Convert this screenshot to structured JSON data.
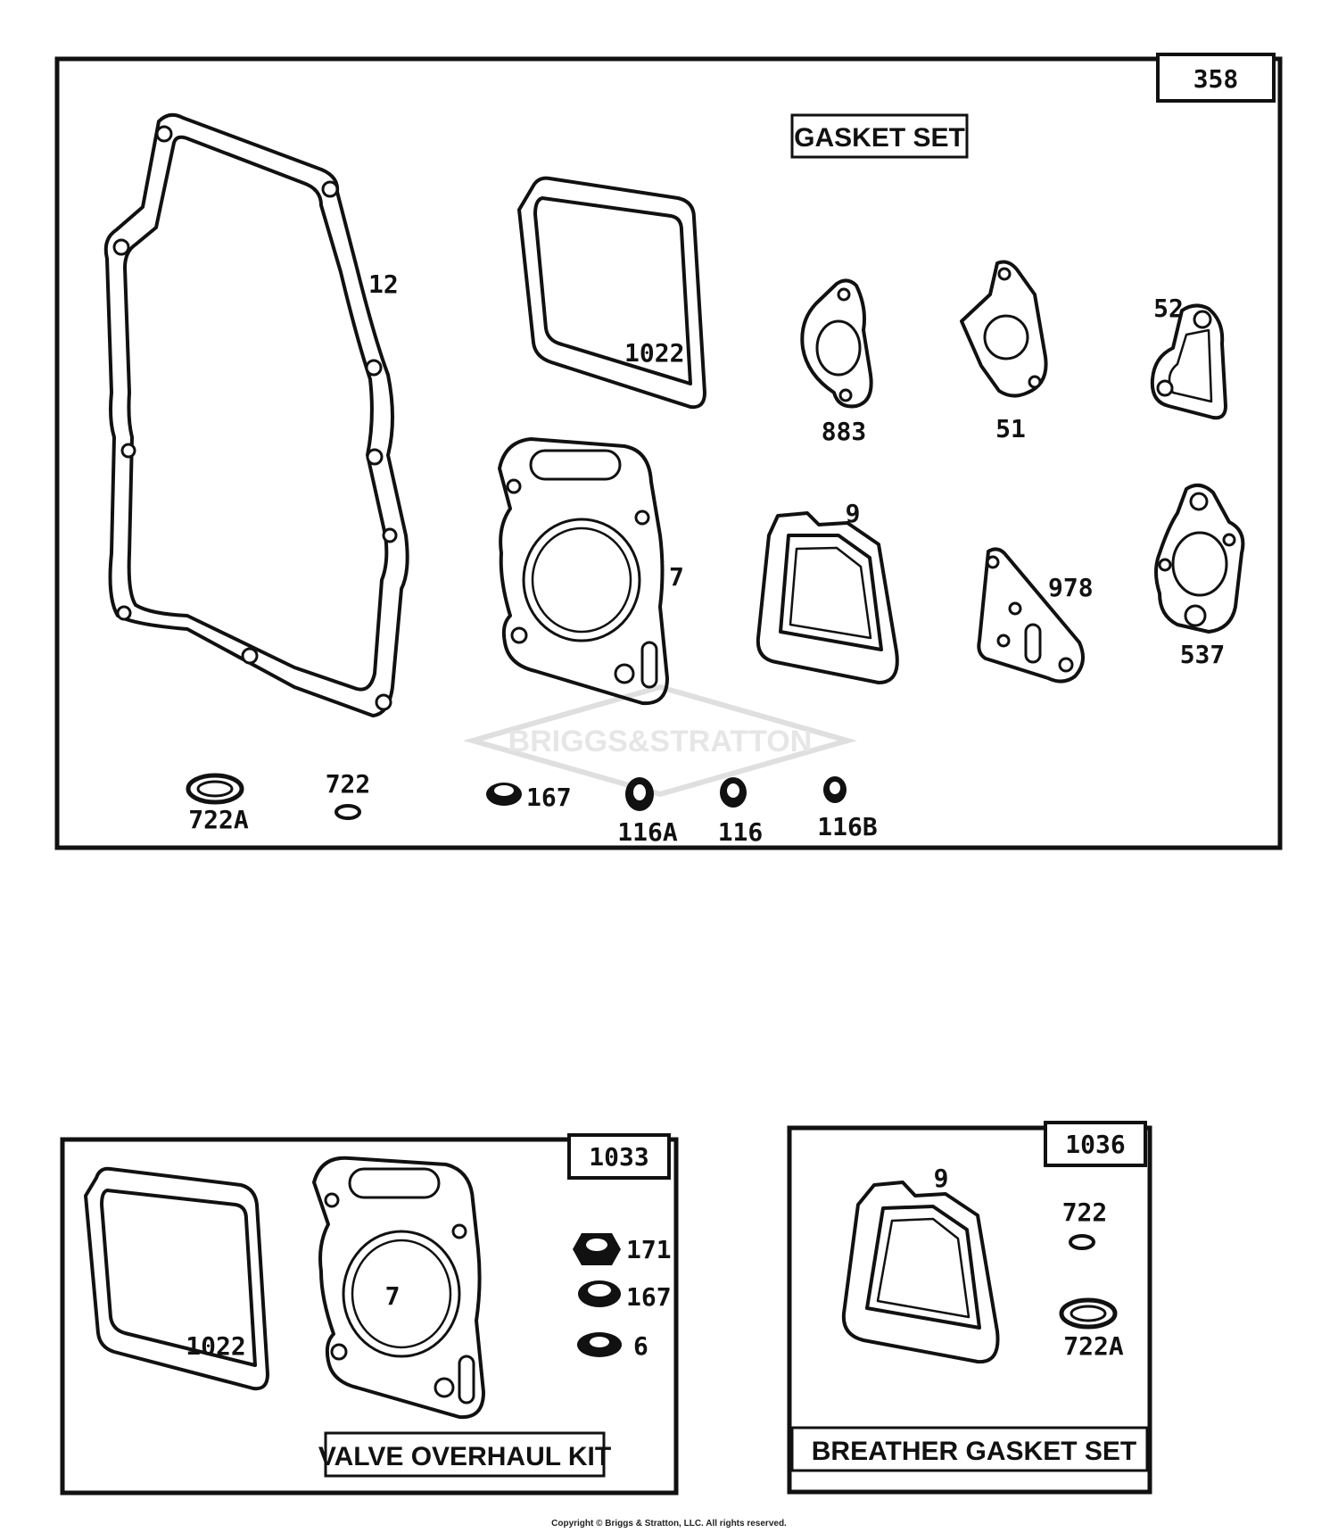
{
  "panels": {
    "gasket_set": {
      "kit_number": "358",
      "title": "GASKET SET",
      "labels": {
        "p12": "12",
        "p1022": "1022",
        "p883": "883",
        "p51": "51",
        "p52": "52",
        "p7": "7",
        "p9": "9",
        "p978": "978",
        "p537": "537",
        "p722A": "722A",
        "p722": "722",
        "p167": "167",
        "p116A": "116A",
        "p116": "116",
        "p116B": "116B"
      },
      "watermark": "BRIGGS&STRATTON"
    },
    "valve_kit": {
      "kit_number": "1033",
      "title": "VALVE OVERHAUL KIT",
      "labels": {
        "p1022": "1022",
        "p7": "7",
        "p171": "171",
        "p167": "167",
        "p6": "6"
      }
    },
    "breather_kit": {
      "kit_number": "1036",
      "title": "BREATHER GASKET SET",
      "labels": {
        "p9": "9",
        "p722": "722",
        "p722A": "722A"
      }
    }
  },
  "footer": {
    "copyright": "Copyright © Briggs & Stratton, LLC. All rights reserved."
  }
}
